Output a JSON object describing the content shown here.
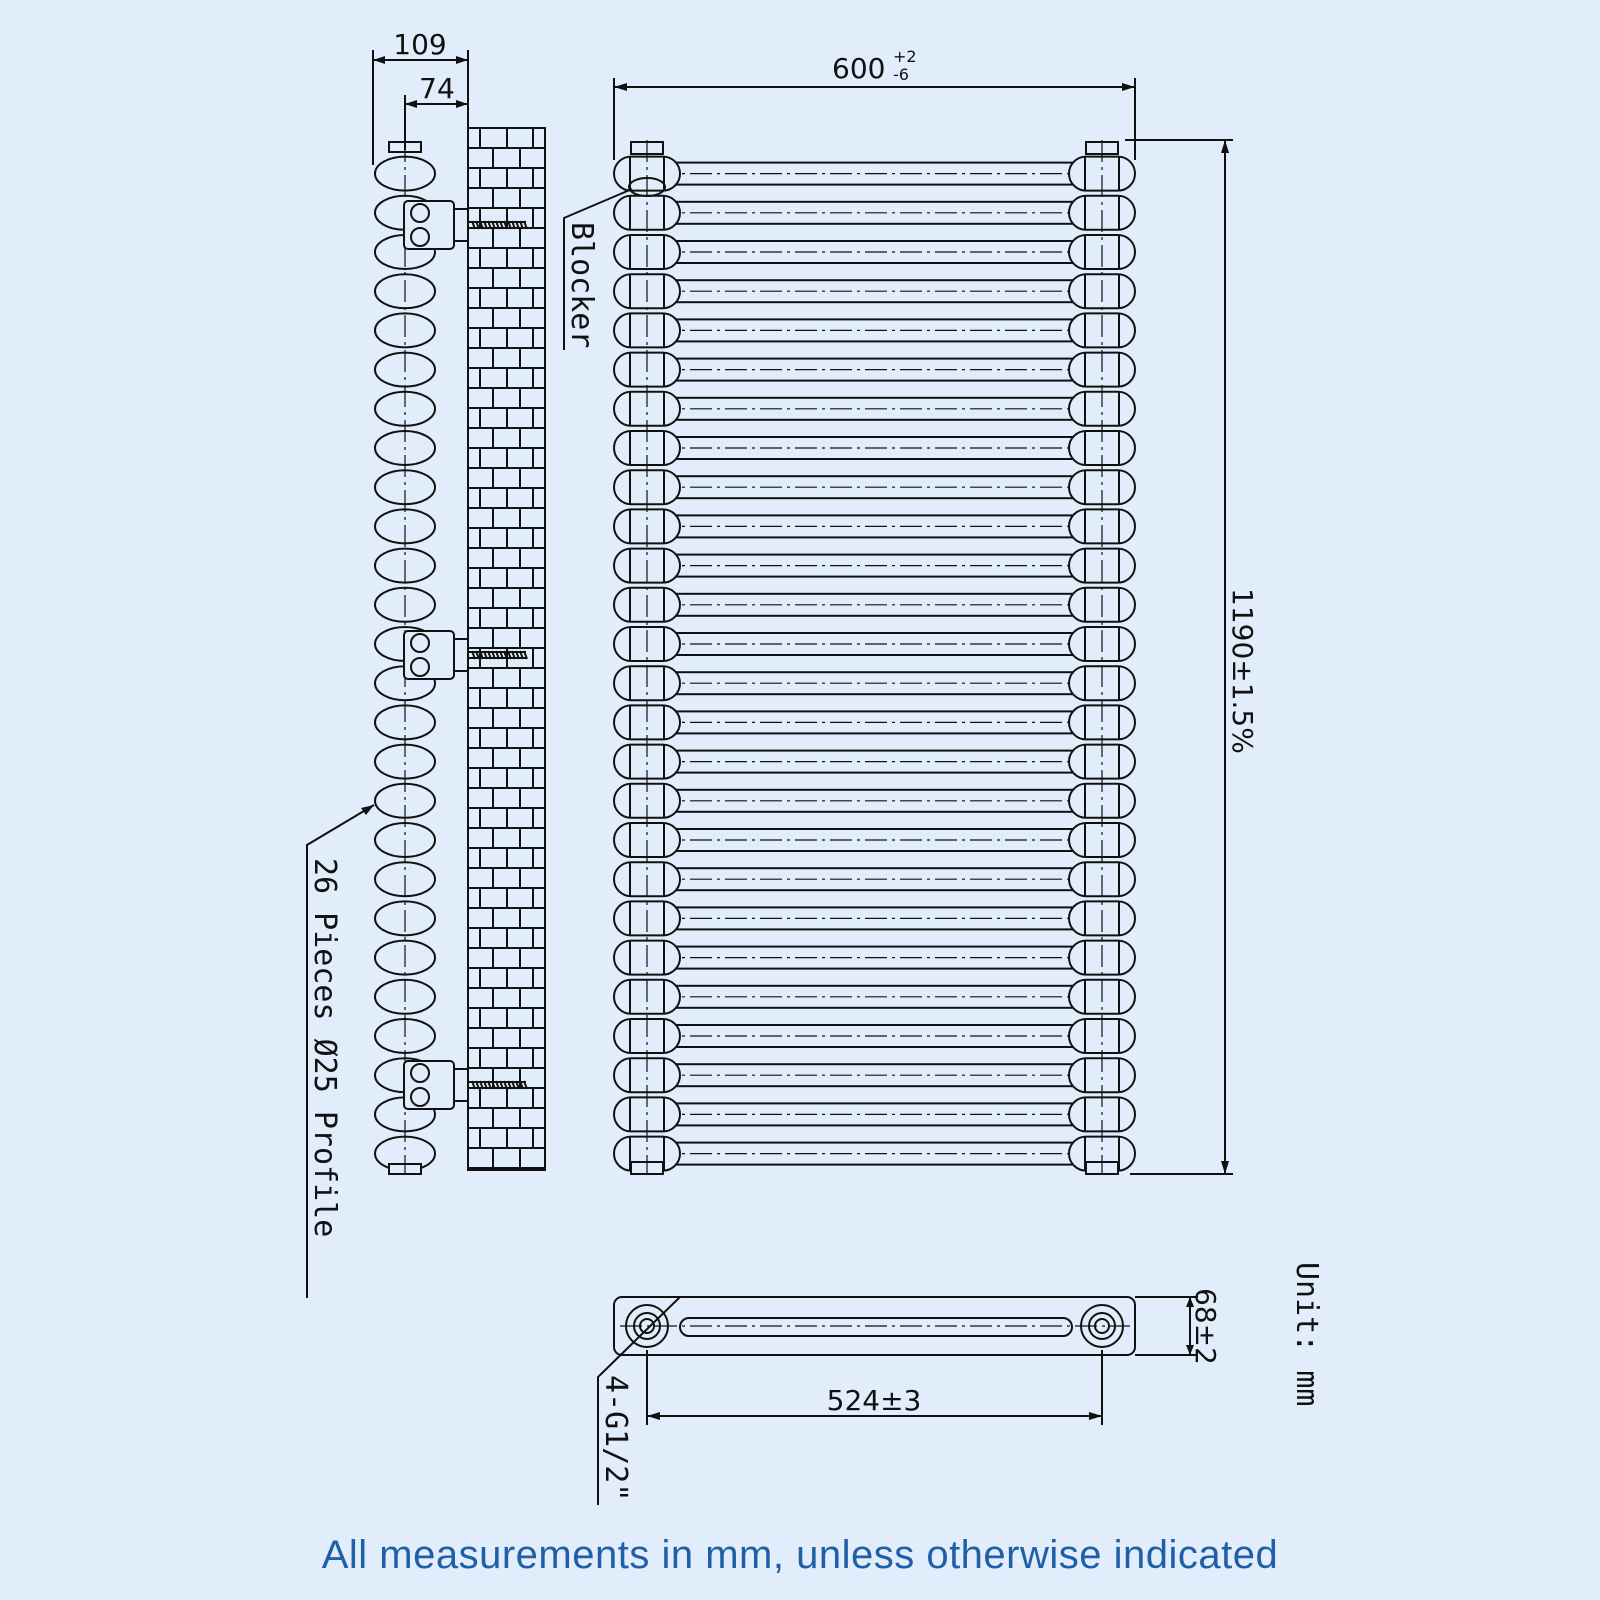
{
  "dimensions": {
    "overall_depth": "109",
    "wall_depth": "74",
    "width_base": "600",
    "width_tol_upper": "+2",
    "width_tol_lower": "-6",
    "height": "1190±1.5%",
    "centers": "524±3",
    "column_depth": "68±2"
  },
  "labels": {
    "blocker": "Blocker",
    "profile": "26 Pieces Ø25 Profile",
    "connections": "4-G1/2\"",
    "unit": "Unit: mm"
  },
  "footer": "All measurements in mm, unless otherwise indicated",
  "colors": {
    "background": "#e2edfb",
    "line": "#111111",
    "footer_text": "#1f5fa8"
  }
}
